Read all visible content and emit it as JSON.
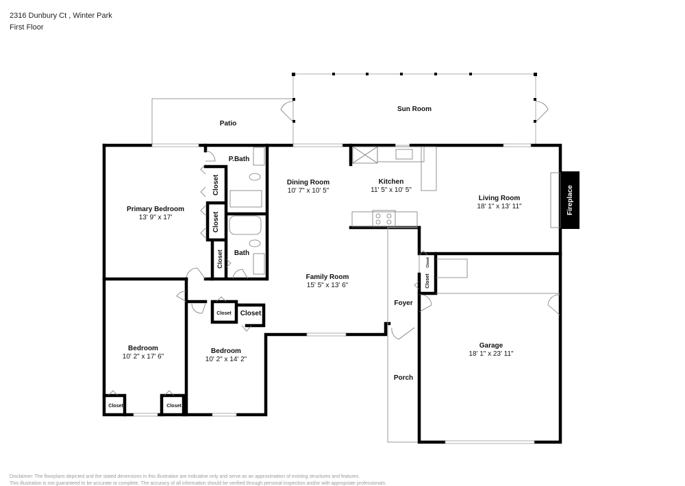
{
  "header": {
    "address": "2316 Dunbury Ct , Winter Park",
    "floor": "First Floor"
  },
  "disclaimer": {
    "line1": "Disclaimer: The floorplans depicted and the stated dimensions in this illustration are indicative only and serve as an approximation of existing structures and features.",
    "line2": "This illustration is not guaranteed to be accurate or complete. The accuracy of all information should be verified through personal inspection and/or with appropriate professionals."
  },
  "rooms": {
    "sun_room": {
      "name": "Sun Room"
    },
    "patio": {
      "name": "Patio"
    },
    "pbath": {
      "name": "P.Bath"
    },
    "primary_bedroom": {
      "name": "Primary Bedroom",
      "dims": "13' 9\" x 17'"
    },
    "dining_room": {
      "name": "Dining Room",
      "dims": "10' 7\" x 10' 5\""
    },
    "kitchen": {
      "name": "Kitchen",
      "dims": "11' 5\" x 10' 5\""
    },
    "living_room": {
      "name": "Living Room",
      "dims": "18' 1\" x 13' 11\""
    },
    "fireplace": {
      "name": "Fireplace"
    },
    "bath": {
      "name": "Bath"
    },
    "family_room": {
      "name": "Family Room",
      "dims": "15' 5\" x 13' 6\""
    },
    "foyer": {
      "name": "Foyer"
    },
    "garage": {
      "name": "Garage",
      "dims": "18' 1\" x 23' 11\""
    },
    "porch": {
      "name": "Porch"
    },
    "bedroom_left": {
      "name": "Bedroom",
      "dims": "10' 2\" x 17' 6\""
    },
    "bedroom_mid": {
      "name": "Bedroom",
      "dims": "10' 2\" x 14' 2\""
    }
  },
  "closets": {
    "label": "Closet",
    "primary_upper": "Closet",
    "primary_lower": "Closet",
    "bath": "Closet",
    "hall_small": "Closet",
    "hall_large": "Closet",
    "bedroom_left_a": "Closet",
    "bedroom_left_b": "Closet",
    "foyer_upper": "Closet",
    "foyer_lower": "Closet"
  }
}
